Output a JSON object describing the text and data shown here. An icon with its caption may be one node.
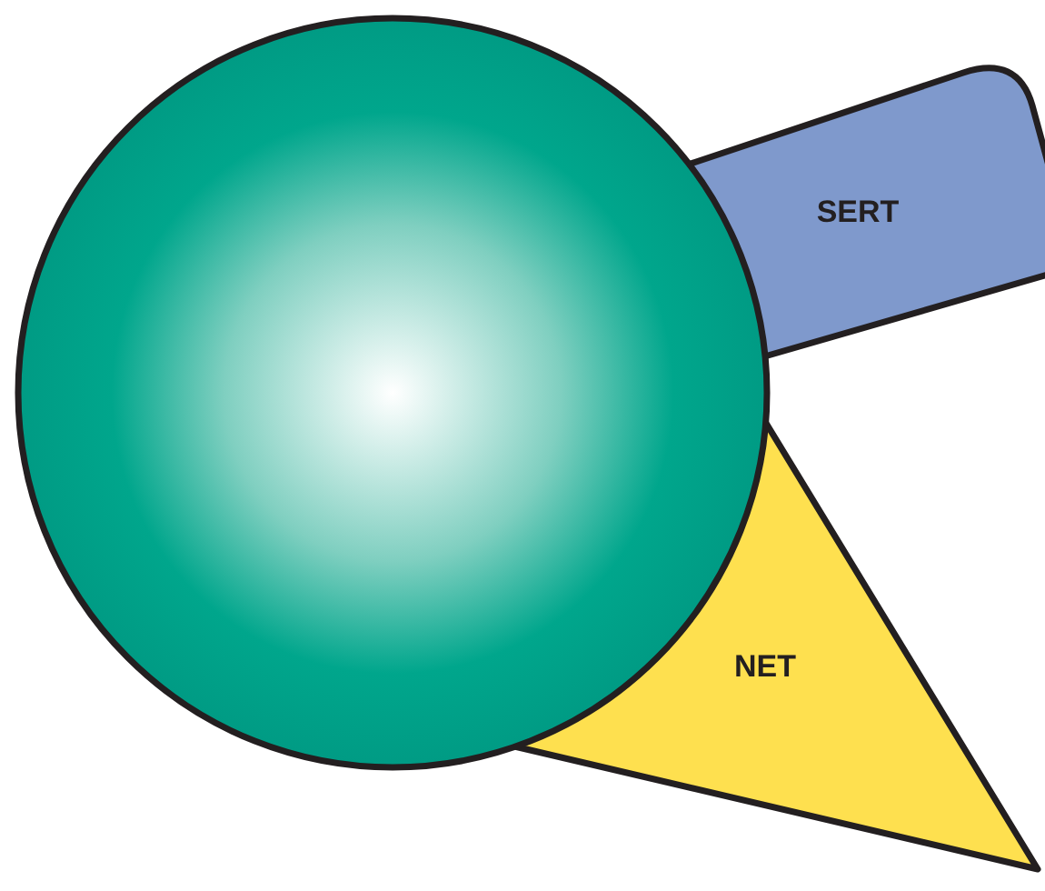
{
  "diagram": {
    "nodes": [
      {
        "text": [],
        "shape": "circle"
      },
      {
        "text": [
          "SERT"
        ]
      },
      {
        "text": [
          "NET"
        ]
      }
    ]
  }
}
